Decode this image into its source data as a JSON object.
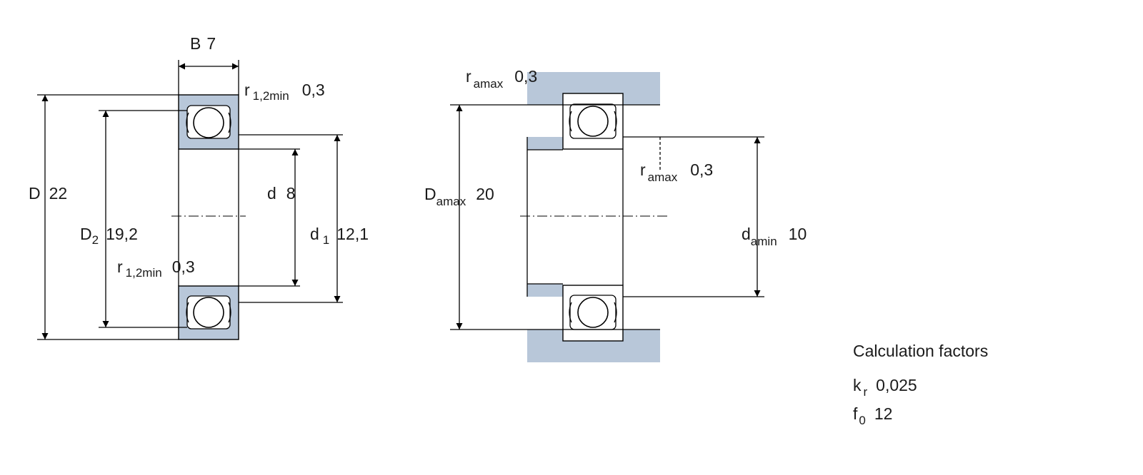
{
  "bearing": {
    "B": {
      "symbol": "B",
      "value": "7"
    },
    "D": {
      "symbol": "D",
      "value": "22"
    },
    "D2": {
      "symbol": "D",
      "sub": "2",
      "value": "19,2"
    },
    "d": {
      "symbol": "d",
      "value": "8"
    },
    "d1": {
      "symbol": "d",
      "sub": "1",
      "value": "12,1"
    },
    "r_top": {
      "symbol": "r",
      "sub": "1,2min",
      "value": "0,3"
    },
    "r_bottom": {
      "symbol": "r",
      "sub": "1,2min",
      "value": "0,3"
    }
  },
  "abutment": {
    "ra_top": {
      "symbol": "r",
      "sub": "amax",
      "value": "0,3"
    },
    "ra_inner": {
      "symbol": "r",
      "sub": "amax",
      "value": "0,3"
    },
    "Da": {
      "symbol": "D",
      "sub": "amax",
      "value": "20"
    },
    "da": {
      "symbol": "d",
      "sub": "amin",
      "value": "10"
    }
  },
  "calc": {
    "title": "Calculation factors",
    "kr": {
      "symbol": "k",
      "sub": "r",
      "value": "0,025"
    },
    "f0": {
      "symbol": "f",
      "sub": "0",
      "value": "12"
    }
  },
  "colors": {
    "ring_fill": "#b8c7d9",
    "line": "#000000",
    "background": "#ffffff"
  }
}
